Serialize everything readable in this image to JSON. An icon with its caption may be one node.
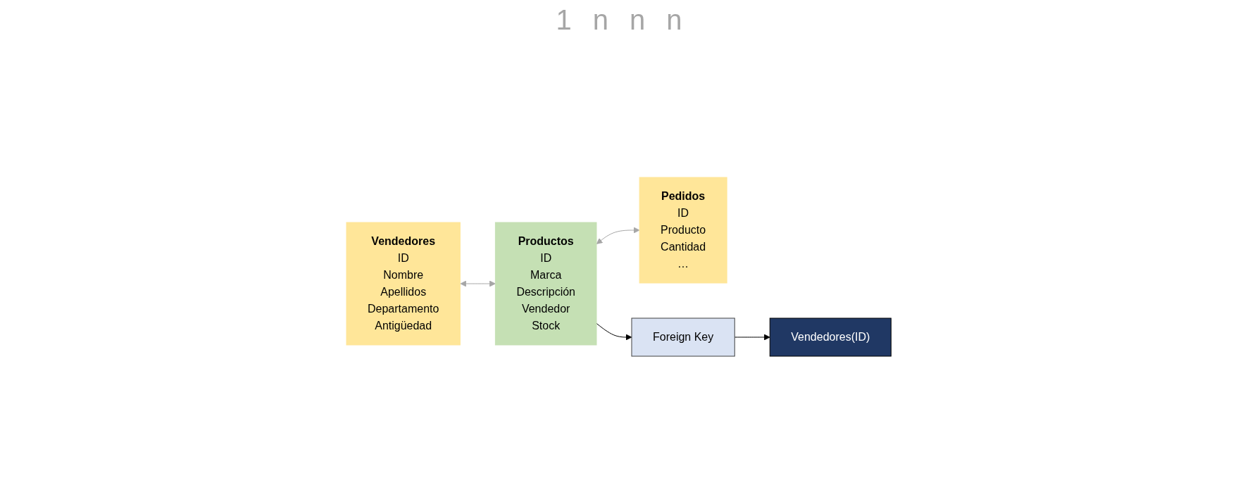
{
  "diagram": {
    "nodes": [
      {
        "text": [
          "Vendedores",
          "ID",
          "Nombre",
          "Apellidos",
          "Departamento",
          "Antigüedad"
        ]
      },
      {
        "text": [
          "Productos",
          "ID",
          "Marca",
          "Descripción",
          "Vendedor",
          "Stock"
        ]
      },
      {
        "text": [
          "Pedidos",
          "ID",
          "Producto",
          "Cantidad",
          "…"
        ]
      },
      {
        "text": [
          "Foreign Key"
        ]
      },
      {
        "text": [
          "Vendedores(ID)"
        ]
      }
    ],
    "edges": [
      {
        "from": 0,
        "to": 1,
        "arrow": "both",
        "color": "#a6a6a6"
      },
      {
        "from": 1,
        "to": 2,
        "arrow": "both",
        "color": "#a6a6a6"
      },
      {
        "from": 1,
        "to": 3,
        "arrow": "to",
        "color": "#000000"
      },
      {
        "from": 3,
        "to": 4,
        "arrow": "to",
        "color": "#000000"
      }
    ],
    "labels": [
      "1",
      "n",
      "n",
      "n"
    ]
  }
}
